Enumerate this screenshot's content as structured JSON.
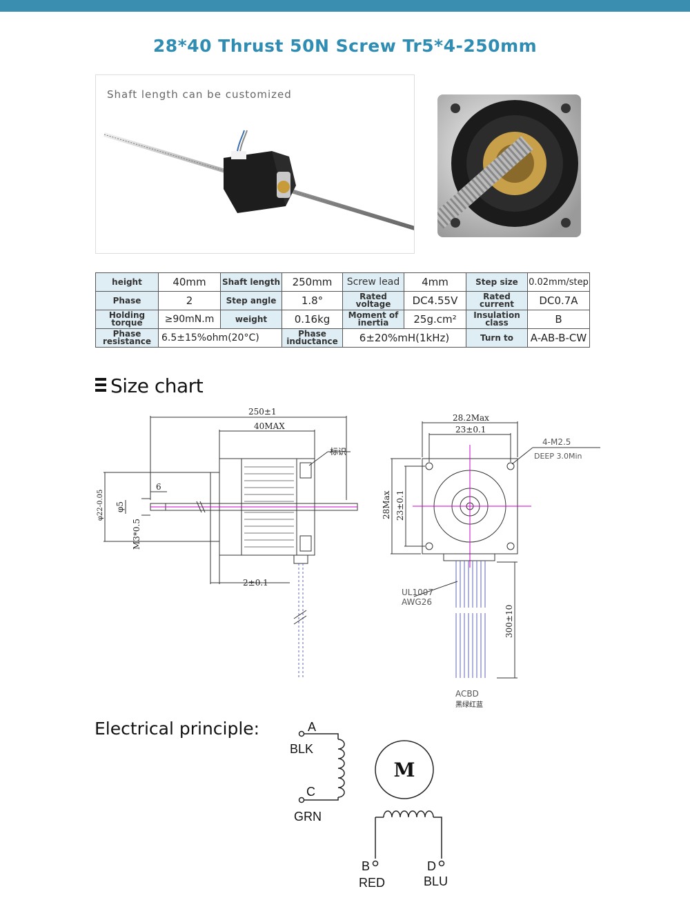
{
  "header": {
    "title": "28*40 Thrust 50N Screw Tr5*4-250mm"
  },
  "photo": {
    "caption": "Shaft length can be customized"
  },
  "spec_table": [
    [
      {
        "key": "height",
        "value": "40mm"
      },
      {
        "key": "Shaft length",
        "value": "250mm"
      },
      {
        "key": "Screw lead",
        "value": "4mm"
      },
      {
        "key": "Step size",
        "value": "0.02mm/step"
      }
    ],
    [
      {
        "key": "Phase",
        "value": "2"
      },
      {
        "key": "Step angle",
        "value": "1.8°"
      },
      {
        "key": "Rated voltage",
        "value": "DC4.55V"
      },
      {
        "key": "Rated current",
        "value": "DC0.7A"
      }
    ],
    [
      {
        "key": "Holding torque",
        "value": "≥90mN.m"
      },
      {
        "key": "weight",
        "value": "0.16kg"
      },
      {
        "key": "Moment of inertia",
        "value": "25g.cm²"
      },
      {
        "key": "Insulation class",
        "value": "B"
      }
    ],
    [
      {
        "key": "Phase resistance",
        "value": "6.5±15%ohm(20°C)"
      },
      {
        "key": "Phase inductance",
        "value": "6±20%mH(1kHz)"
      },
      {
        "key": "Turn to",
        "value": "A-AB-B-CW"
      }
    ]
  ],
  "size_chart": {
    "heading": "Size chart",
    "dims": {
      "total_length": "250±1",
      "body_length": "40MAX",
      "mark_label": "标识",
      "shaft_end": "6",
      "dia_boss": "φ22-0.05",
      "dia_screw": "φ5",
      "thread": "M3*0.5",
      "boss_height": "2±0.1",
      "flange_width": "28.2Max",
      "hole_spacing_h": "23±0.1",
      "hole_spacing_v": "23±0.1",
      "height_max": "28Max",
      "holes": "4-M2.5",
      "hole_depth": "DEEP 3.0Min",
      "wire_spec_1": "UL1007",
      "wire_spec_2": "AWG26",
      "lead_length": "300±10",
      "lead_order": "ACBD",
      "lead_colors": "黑绿红蓝"
    }
  },
  "electrical": {
    "heading": "Electrical principle:",
    "motor_label": "M",
    "A": "A",
    "A_color": "BLK",
    "C": "C",
    "C_color": "GRN",
    "B": "B",
    "B_color": "RED",
    "D": "D",
    "D_color": "BLU"
  }
}
